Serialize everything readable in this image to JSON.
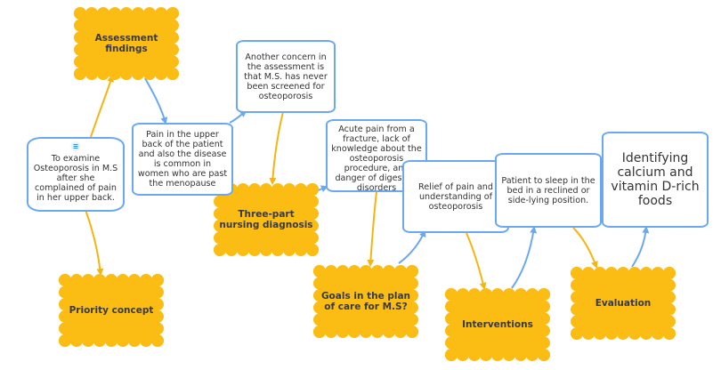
{
  "diagram": {
    "colors": {
      "topic_fill": "#fbbd14",
      "topic_text": "#3a3a3a",
      "box_border": "#6aa8f2",
      "link_blue": "#6aa8f2",
      "link_orange": "#f5b511"
    },
    "nodes": {
      "assessment": "Assessment findings",
      "priority": "Priority concept",
      "nursing_dx": "Three-part nursing diagnosis",
      "goals": "Goals in the plan of care for M.S?",
      "interventions": "Interventions",
      "evaluation": "Evaluation",
      "examine": "To examine Osteoporosis in M.S after she complained of pain in her upper back.",
      "pain": "Pain in the upper back of the patient and also the disease is common in women who are past the menopause",
      "concern": "Another concern in the assessment is that M.S. has never been screened for osteoporosis",
      "acute": "Acute pain from a fracture, lack of knowledge about the osteoporosis procedure, and danger of digestive disorders",
      "relief": "Relief of pain and understanding of osteoporosis",
      "sleep": "Patient to sleep in the bed in a reclined or side-lying position.",
      "foods": "Identifying calcium and vitamin D-rich foods"
    },
    "notes_icon": "notes-icon"
  }
}
